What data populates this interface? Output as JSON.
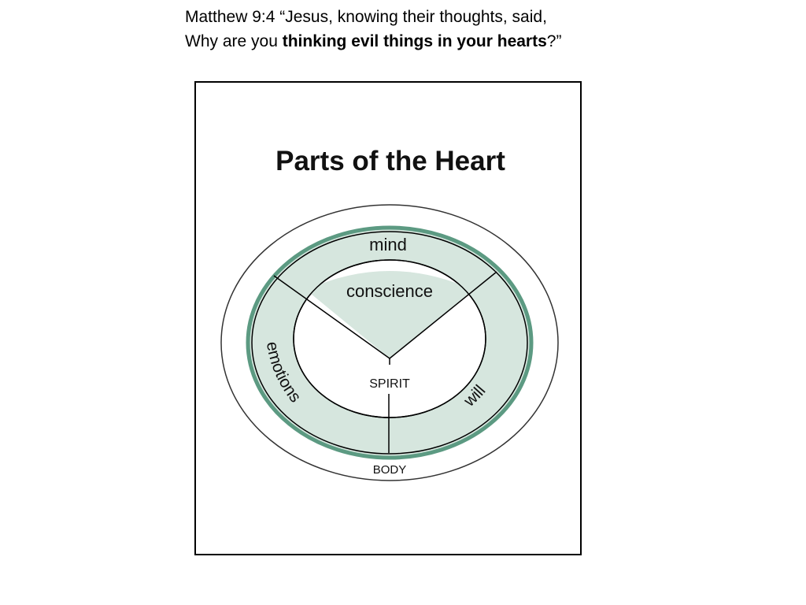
{
  "verse": {
    "text_before": "Matthew 9:4 “Jesus, knowing their thoughts, said, Why are you ",
    "text_bold_1": "thinking evil things in your",
    "text_bold_2": "hearts",
    "text_after": "?”"
  },
  "diagram": {
    "title": "Parts of the Heart",
    "labels": {
      "mind": "mind",
      "conscience": "conscience",
      "emotions": "emotions",
      "will": "will",
      "spirit": "SPIRIT",
      "body": "BODY"
    },
    "colors": {
      "ring_fill": "#d6e6de",
      "ring_stroke": "#5c9a82",
      "line": "#000000"
    }
  }
}
